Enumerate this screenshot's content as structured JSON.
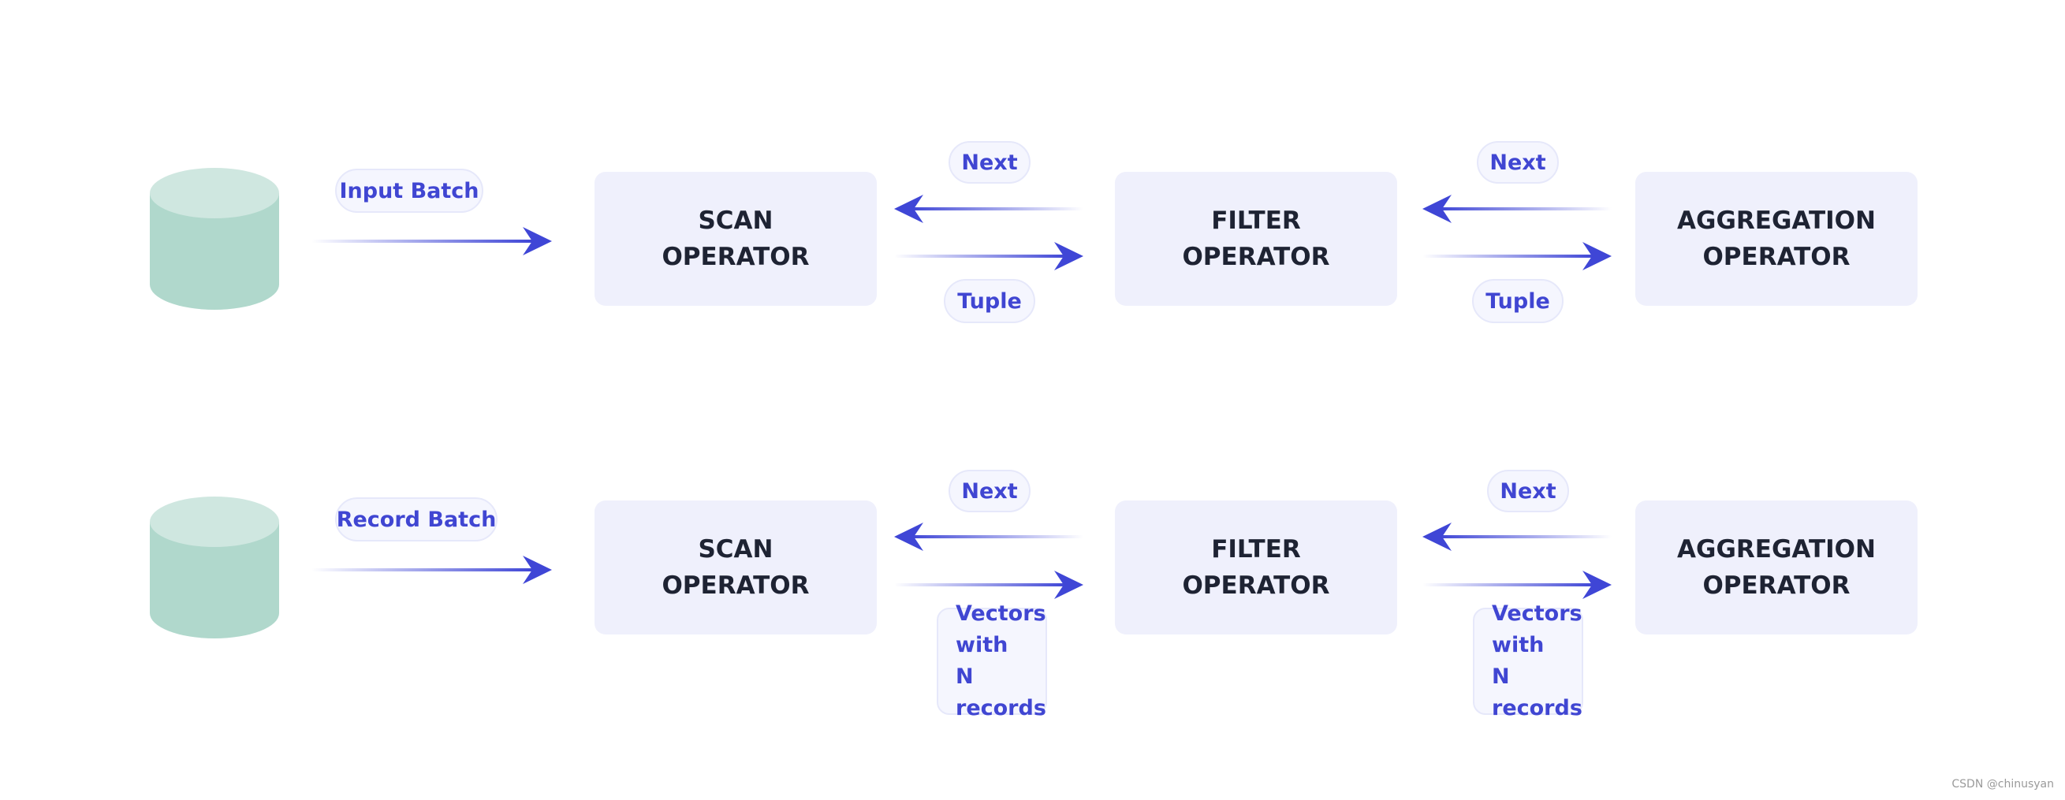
{
  "colors": {
    "arrow": "#3f46d6",
    "database_top": "#cfe7e0",
    "database_body": "#b0d8cc",
    "operator_bg": "#eff0fc",
    "label_text": "#4046d2"
  },
  "top_row": {
    "source_label": "Input Batch",
    "scan": {
      "line1": "SCAN",
      "line2": "OPERATOR"
    },
    "filter": {
      "line1": "FILTER",
      "line2": "OPERATOR"
    },
    "aggregation": {
      "line1": "AGGREGATION",
      "line2": "OPERATOR"
    },
    "scan_filter": {
      "next": "Next",
      "tuple": "Tuple"
    },
    "filter_agg": {
      "next": "Next",
      "tuple": "Tuple"
    }
  },
  "bottom_row": {
    "source_label": "Record Batch",
    "scan": {
      "line1": "SCAN",
      "line2": "OPERATOR"
    },
    "filter": {
      "line1": "FILTER",
      "line2": "OPERATOR"
    },
    "aggregation": {
      "line1": "AGGREGATION",
      "line2": "OPERATOR"
    },
    "scan_filter": {
      "next": "Next",
      "vectors": [
        "Vectors",
        "with N",
        "records"
      ]
    },
    "filter_agg": {
      "next": "Next",
      "vectors": [
        "Vectors",
        "with N",
        "records"
      ]
    }
  },
  "watermark": "CSDN @chinusyan"
}
